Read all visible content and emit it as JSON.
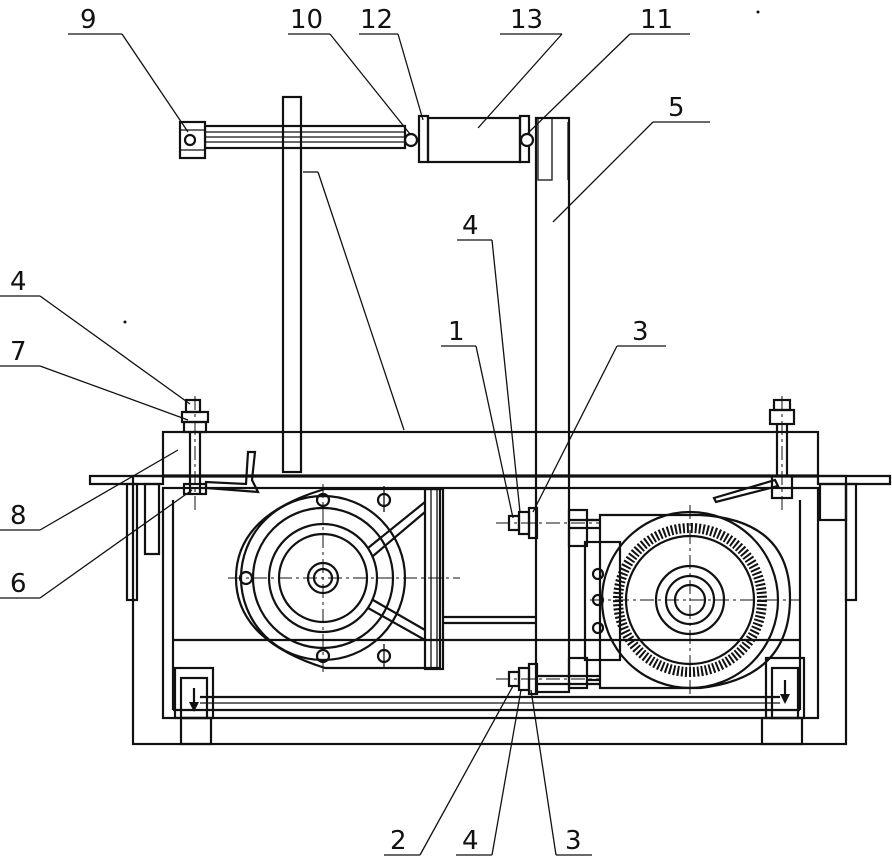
{
  "callouts": [
    {
      "id": "c9",
      "label": "9"
    },
    {
      "id": "c10",
      "label": "10"
    },
    {
      "id": "c12",
      "label": "12"
    },
    {
      "id": "c13",
      "label": "13"
    },
    {
      "id": "c11",
      "label": "11"
    },
    {
      "id": "c5",
      "label": "5"
    },
    {
      "id": "c4a",
      "label": "4"
    },
    {
      "id": "c4b",
      "label": "4"
    },
    {
      "id": "c7",
      "label": "7"
    },
    {
      "id": "c1",
      "label": "1"
    },
    {
      "id": "c3a",
      "label": "3"
    },
    {
      "id": "c8",
      "label": "8"
    },
    {
      "id": "c6",
      "label": "6"
    },
    {
      "id": "c2",
      "label": "2"
    },
    {
      "id": "c4c",
      "label": "4"
    },
    {
      "id": "c3b",
      "label": "3"
    }
  ]
}
